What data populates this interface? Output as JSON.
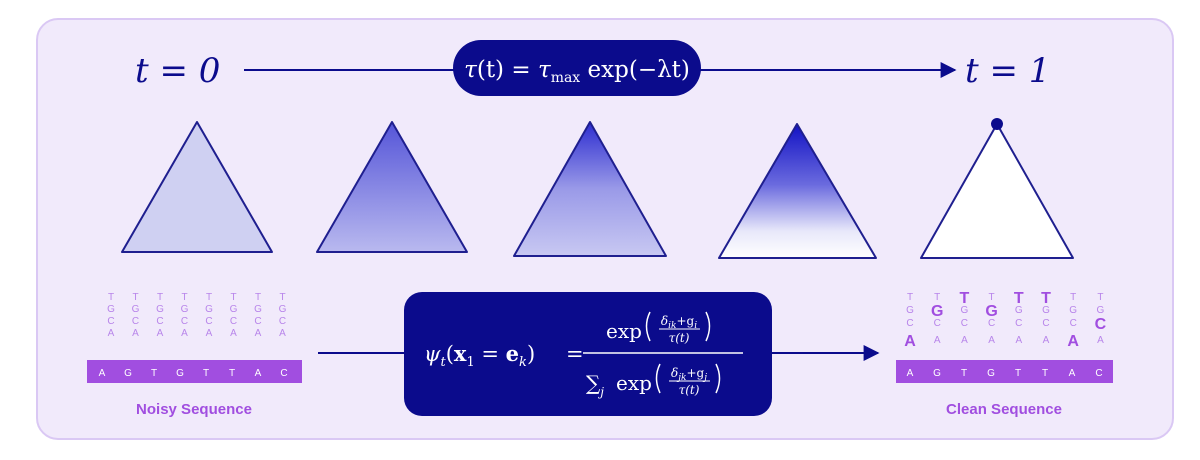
{
  "timeline": {
    "start_label": "t = 0",
    "end_label": "t = 1",
    "schedule": {
      "tau": "τ",
      "t_arg": "(t)",
      "equals": " = ",
      "tau_max_sub": "max",
      "exp_word": " exp",
      "exp_arg": "(−λt)"
    }
  },
  "colors": {
    "panel_bg": "#f1eafb",
    "panel_border": "#dac8f4",
    "navy": "#0b0b8c",
    "triangle_fill": "#6b6bde",
    "triangle_edge": "#1f1f8f",
    "purple": "#a14ee0",
    "purple_light": "#b885ea",
    "white": "#ffffff"
  },
  "simplexes": [
    {
      "name": "simplex-1",
      "style": "uniform-light"
    },
    {
      "name": "simplex-2",
      "style": "gradient-soft"
    },
    {
      "name": "simplex-3",
      "style": "gradient-medium"
    },
    {
      "name": "simplex-4",
      "style": "gradient-sharp"
    },
    {
      "name": "simplex-5",
      "style": "vertex-point"
    }
  ],
  "noisy": {
    "label": "Noisy Sequence",
    "sequence": [
      "A",
      "G",
      "T",
      "G",
      "T",
      "T",
      "A",
      "C"
    ],
    "columns": [
      [
        "T",
        "G",
        "C",
        "A"
      ],
      [
        "T",
        "G",
        "C",
        "A"
      ],
      [
        "T",
        "G",
        "C",
        "A"
      ],
      [
        "T",
        "G",
        "C",
        "A"
      ],
      [
        "T",
        "G",
        "C",
        "A"
      ],
      [
        "T",
        "G",
        "C",
        "A"
      ],
      [
        "T",
        "G",
        "C",
        "A"
      ],
      [
        "T",
        "G",
        "C",
        "A"
      ]
    ]
  },
  "clean": {
    "label": "Clean Sequence",
    "sequence": [
      "A",
      "G",
      "T",
      "G",
      "T",
      "T",
      "A",
      "C"
    ],
    "columns": [
      {
        "letters": [
          "T",
          "G",
          "C",
          "A"
        ],
        "big": "A"
      },
      {
        "letters": [
          "T",
          "G",
          "C",
          "A"
        ],
        "big": "G"
      },
      {
        "letters": [
          "T",
          "G",
          "C",
          "A"
        ],
        "big": "T"
      },
      {
        "letters": [
          "T",
          "G",
          "C",
          "A"
        ],
        "big": "G"
      },
      {
        "letters": [
          "T",
          "G",
          "C",
          "A"
        ],
        "big": "T"
      },
      {
        "letters": [
          "T",
          "G",
          "C",
          "A"
        ],
        "big": "T"
      },
      {
        "letters": [
          "T",
          "G",
          "C",
          "A"
        ],
        "big": "A"
      },
      {
        "letters": [
          "T",
          "G",
          "C",
          "A"
        ],
        "big": "C"
      }
    ]
  },
  "formula": {
    "psi": "ψ",
    "psi_sub": "t",
    "lhs_arg_open": "(",
    "x_bold": "x",
    "x_sub": "1",
    "eq_inner": " = ",
    "e_bold": "e",
    "e_sub": "k",
    "lhs_arg_close": ")",
    "equals": "=",
    "num_exp": "exp",
    "num_frac_top": "δ",
    "num_frac_top_sub": "ik",
    "num_frac_plus": "+g",
    "num_frac_plus_sub": "i",
    "num_frac_bottom": "τ(t)",
    "den_sum": "∑",
    "den_sum_sub": "j",
    "den_exp": "exp",
    "den_frac_top": "δ",
    "den_frac_top_sub": "jk",
    "den_frac_plus": "+g",
    "den_frac_plus_sub": "j",
    "den_frac_bottom": "τ(t)"
  }
}
